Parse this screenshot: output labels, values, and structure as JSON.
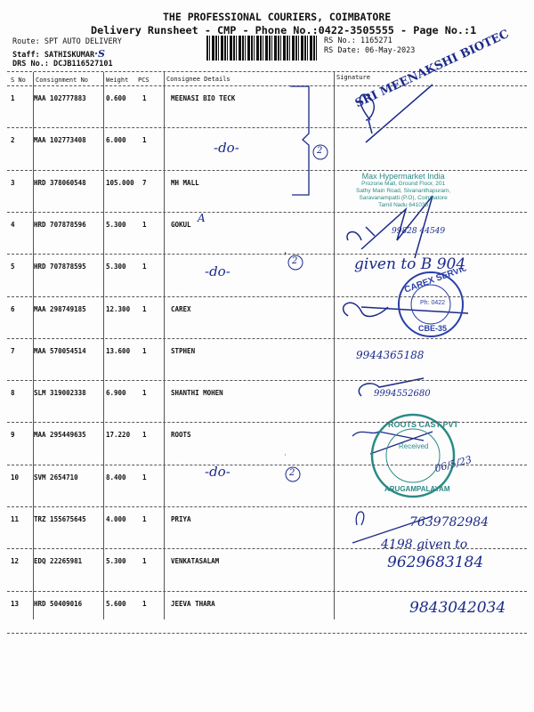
{
  "header": {
    "company": "THE PROFESSIONAL COURIERS, COIMBATORE",
    "subtitle": "Delivery Runsheet - CMP - Phone No.:0422-3505555 - Page No.:1",
    "route": "Route: SPT AUTO DELIVERY",
    "staff": "Staff: SATHISKUMAR",
    "staff_hand": "·S",
    "drs": "DRS No.: DCJB116527101",
    "rs_no": "RS No.: 1165271",
    "rs_date": "RS Date: 06-May-2023"
  },
  "columns": [
    "S No",
    "Consignment No",
    "Weight",
    "PCS",
    "Consignee Details",
    "Signature"
  ],
  "rows": [
    {
      "sno": "1",
      "cno": "MAA 102777883",
      "weight": "0.600",
      "pcs": "1",
      "consignee": "MEENASI BIO TECK"
    },
    {
      "sno": "2",
      "cno": "MAA 102773408",
      "weight": "6.000",
      "pcs": "1",
      "consignee": ""
    },
    {
      "sno": "3",
      "cno": "HRD 378060548",
      "weight": "105.000",
      "pcs": "7",
      "consignee": "MH MALL"
    },
    {
      "sno": "4",
      "cno": "HRD 707878596",
      "weight": "5.300",
      "pcs": "1",
      "consignee": "GOKUL"
    },
    {
      "sno": "5",
      "cno": "HRD 707878595",
      "weight": "5.300",
      "pcs": "1",
      "consignee": ""
    },
    {
      "sno": "6",
      "cno": "MAA 298749185",
      "weight": "12.300",
      "pcs": "1",
      "consignee": "CAREX"
    },
    {
      "sno": "7",
      "cno": "MAA 570054514",
      "weight": "13.600",
      "pcs": "1",
      "consignee": "STPHEN"
    },
    {
      "sno": "8",
      "cno": "SLM 319002338",
      "weight": "6.900",
      "pcs": "1",
      "consignee": "SHANTHI MOHEN"
    },
    {
      "sno": "9",
      "cno": "MAA 295449635",
      "weight": "17.220",
      "pcs": "1",
      "consignee": "ROOTS"
    },
    {
      "sno": "10",
      "cno": "SVM 2654710",
      "weight": "8.400",
      "pcs": "1",
      "consignee": ""
    },
    {
      "sno": "11",
      "cno": "TRZ 155675645",
      "weight": "4.000",
      "pcs": "1",
      "consignee": "PRIYA"
    },
    {
      "sno": "12",
      "cno": "EDQ 22265981",
      "weight": "5.300",
      "pcs": "1",
      "consignee": "VENKATASALAM"
    },
    {
      "sno": "13",
      "cno": "HRD 50409016",
      "weight": "5.600",
      "pcs": "1",
      "consignee": "JEEVA THARA"
    }
  ],
  "annotations": {
    "ditto": "-do-",
    "circled_two": "2",
    "gokul_mark": "A",
    "sig_row4_phone": "99828 44549",
    "sig_row5": "given to B 904",
    "sig_row7_phone": "9944365188",
    "sig_row8_phone": "9994552680",
    "sig_row9_date": "06/5/23",
    "sig_row11_phone": "7639782984",
    "sig_row12": "4198 given to",
    "sig_row12_phone": "9629683184",
    "sig_row13_phone": "9843042034"
  },
  "stamps": {
    "meenakshi": "SRI MEENAKSHI BIOTEC",
    "max_lines": [
      "Max Hypermarket India",
      "Prozone Mall, Ground Floor, 201",
      "Sathy Main Road, Sivananthapuram,",
      "Saravanampatti (P.O), Coimbatore",
      "Tamil Nadu 641035"
    ],
    "carex_top": "CAREX SERVICES",
    "carex_phone": "Ph: 0422",
    "carex_bottom": "CBE-35",
    "roots_top": "ROOTS CAST PVT. LTD.",
    "roots_mid": "Received",
    "roots_bottom": "ARUGAMPALAYAM"
  },
  "colors": {
    "ink": "#1b2a8a",
    "stamp_teal": "#2b8a86",
    "stamp_blue": "#2a3fa8"
  }
}
